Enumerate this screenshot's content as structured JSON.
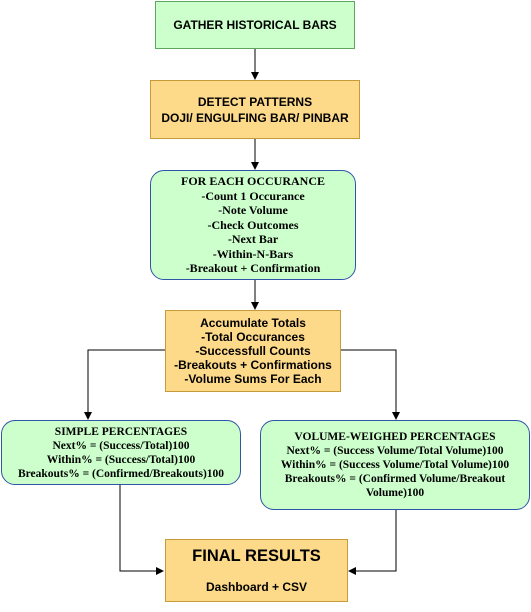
{
  "nodes": {
    "gather": {
      "label": "GATHER HISTORICAL BARS"
    },
    "detect": {
      "lines": [
        "DETECT PATTERNS",
        "DOJI/ ENGULFING BAR/ PINBAR"
      ]
    },
    "each": {
      "title": "FOR EACH OCCURANCE",
      "lines": [
        "-Count 1 Occurance",
        "-Note Volume",
        "-Check Outcomes",
        "-Next Bar",
        "-Within-N-Bars",
        "-Breakout + Confirmation"
      ]
    },
    "accumulate": {
      "lines": [
        "Accumulate Totals",
        "-Total Occurances",
        "-Successfull Counts",
        "-Breakouts + Confirmations",
        "-Volume Sums For Each"
      ]
    },
    "simple": {
      "title": "SIMPLE PERCENTAGES",
      "lines": [
        "Next% = (Success/Total)100",
        "Within% = (Success/Total)100",
        "Breakouts% = (Confirmed/Breakouts)100"
      ]
    },
    "volume": {
      "title": "VOLUME-WEIGHED PERCENTAGES",
      "lines": [
        "Next% = (Success Volume/Total Volume)100",
        "Within% = (Success Volume/Total Volume)100",
        "Breakouts% = (Confirmed Volume/Breakout",
        "Volume)100"
      ]
    },
    "final": {
      "title": "FINAL RESULTS",
      "subtitle": "Dashboard + CSV"
    }
  },
  "colors": {
    "green_fill": "#ccffcc",
    "orange_fill": "#fdd98a",
    "rounded_border": "#2f56a6",
    "edge": "#000000"
  }
}
